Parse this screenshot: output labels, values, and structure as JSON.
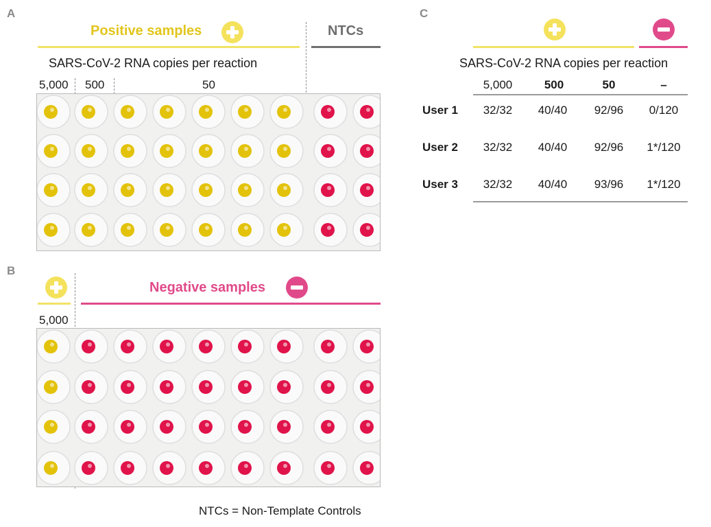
{
  "panels": {
    "a": "A",
    "b": "B",
    "c": "C"
  },
  "panel_a": {
    "positive_title": "Positive samples",
    "ntc_title": "NTCs",
    "copies_label": "SARS-CoV-2 RNA copies per reaction",
    "conc_1": "5,000",
    "conc_2": "500",
    "conc_3": "50",
    "plate": {
      "rows": 4,
      "columns": [
        "yellow",
        "yellow",
        "yellow",
        "yellow",
        "yellow",
        "yellow",
        "yellow",
        "red",
        "red"
      ]
    }
  },
  "panel_b": {
    "negative_title": "Negative samples",
    "conc_1": "5,000",
    "plate": {
      "rows": 4,
      "columns": [
        "yellow",
        "red",
        "red",
        "red",
        "red",
        "red",
        "red",
        "red",
        "red"
      ]
    }
  },
  "panel_c": {
    "copies_label": "SARS-CoV-2 RNA copies per reaction",
    "headers": [
      "5,000",
      "500",
      "50",
      "–"
    ],
    "rows": [
      {
        "user": "User 1",
        "values": [
          "32/32",
          "40/40",
          "92/96",
          "0/120"
        ]
      },
      {
        "user": "User 2",
        "values": [
          "32/32",
          "40/40",
          "92/96",
          "1*/120"
        ]
      },
      {
        "user": "User 3",
        "values": [
          "32/32",
          "40/40",
          "93/96",
          "1*/120"
        ]
      }
    ]
  },
  "footnote": "NTCs = Non-Template Controls",
  "colors": {
    "positive": "#f2e266",
    "positive_icon": "#f5e25c",
    "negative": "#e04a8a",
    "ntc": "#707070",
    "yellow_well": "#e3c20a",
    "red_well": "#e0134a"
  },
  "icons": {
    "positive": "plus-circle-icon",
    "negative": "minus-circle-icon"
  }
}
